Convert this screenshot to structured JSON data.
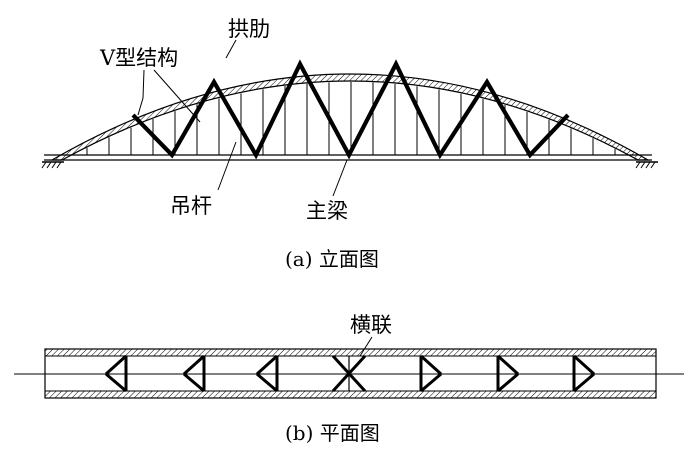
{
  "elevation": {
    "labels": {
      "arch_rib": "拱肋",
      "v_structure": "V型结构",
      "hanger": "吊杆",
      "main_girder": "主梁"
    },
    "caption": "(a) 立面图"
  },
  "plan": {
    "labels": {
      "cross_bracing": "横联"
    },
    "caption": "(b) 平面图"
  },
  "colors": {
    "line": "#000000",
    "background": "#ffffff"
  }
}
